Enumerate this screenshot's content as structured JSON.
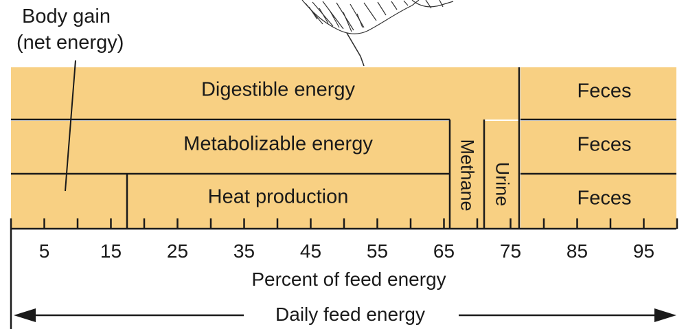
{
  "labels": {
    "body_gain_line1": "Body gain",
    "body_gain_line2": "(net energy)",
    "digestible": "Digestible energy",
    "metabolizable": "Metabolizable energy",
    "heat": "Heat production",
    "feces_1": "Feces",
    "feces_2": "Feces",
    "feces_3": "Feces",
    "methane": "Methane",
    "urine": "Urine",
    "axis_title": "Percent of feed energy",
    "daily": "Daily feed energy"
  },
  "axis": {
    "tick_labels": [
      "5",
      "15",
      "25",
      "35",
      "45",
      "55",
      "65",
      "75",
      "85",
      "95"
    ]
  },
  "colors": {
    "fill": "#f8d083",
    "line": "#1a1a1a"
  },
  "icons": {
    "bird": "bird-illustration"
  }
}
